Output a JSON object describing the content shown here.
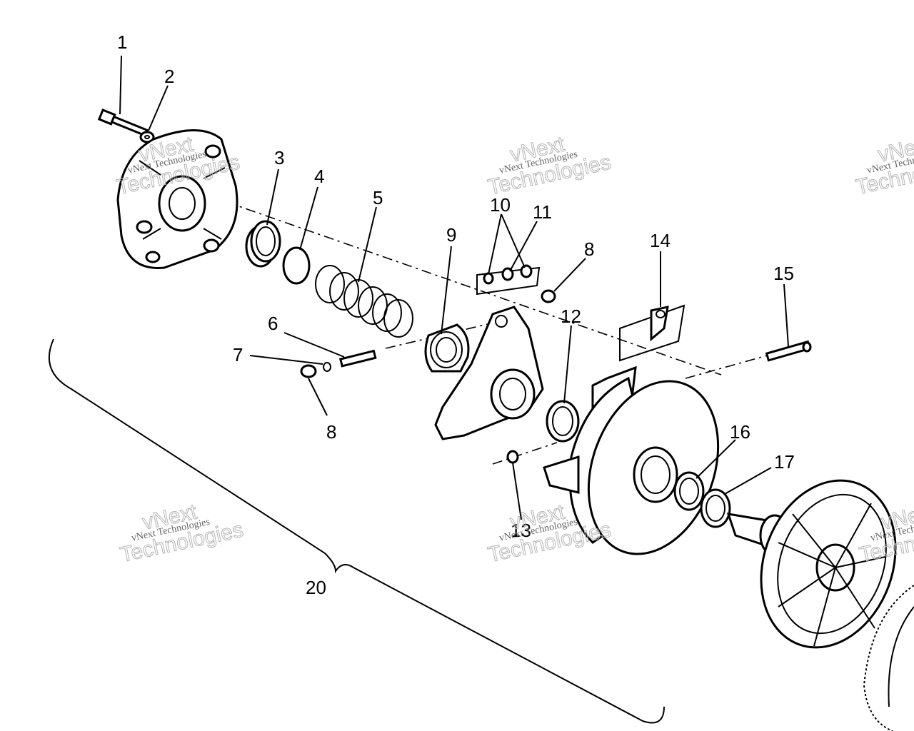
{
  "callouts": {
    "c1": "1",
    "c2": "2",
    "c3": "3",
    "c4": "4",
    "c5": "5",
    "c6": "6",
    "c7": "7",
    "c8a": "8",
    "c8b": "8",
    "c9": "9",
    "c10": "10",
    "c11": "11",
    "c12": "12",
    "c13": "13",
    "c14": "14",
    "c15": "15",
    "c16": "16",
    "c17": "17",
    "c20": "20"
  },
  "watermark": {
    "line1": "vNext",
    "line2": "vNext Technologies",
    "line3": "Technologies"
  },
  "colors": {
    "ink": "#000000",
    "paper": "#ffffff",
    "watermark": "#b5b5b5"
  }
}
